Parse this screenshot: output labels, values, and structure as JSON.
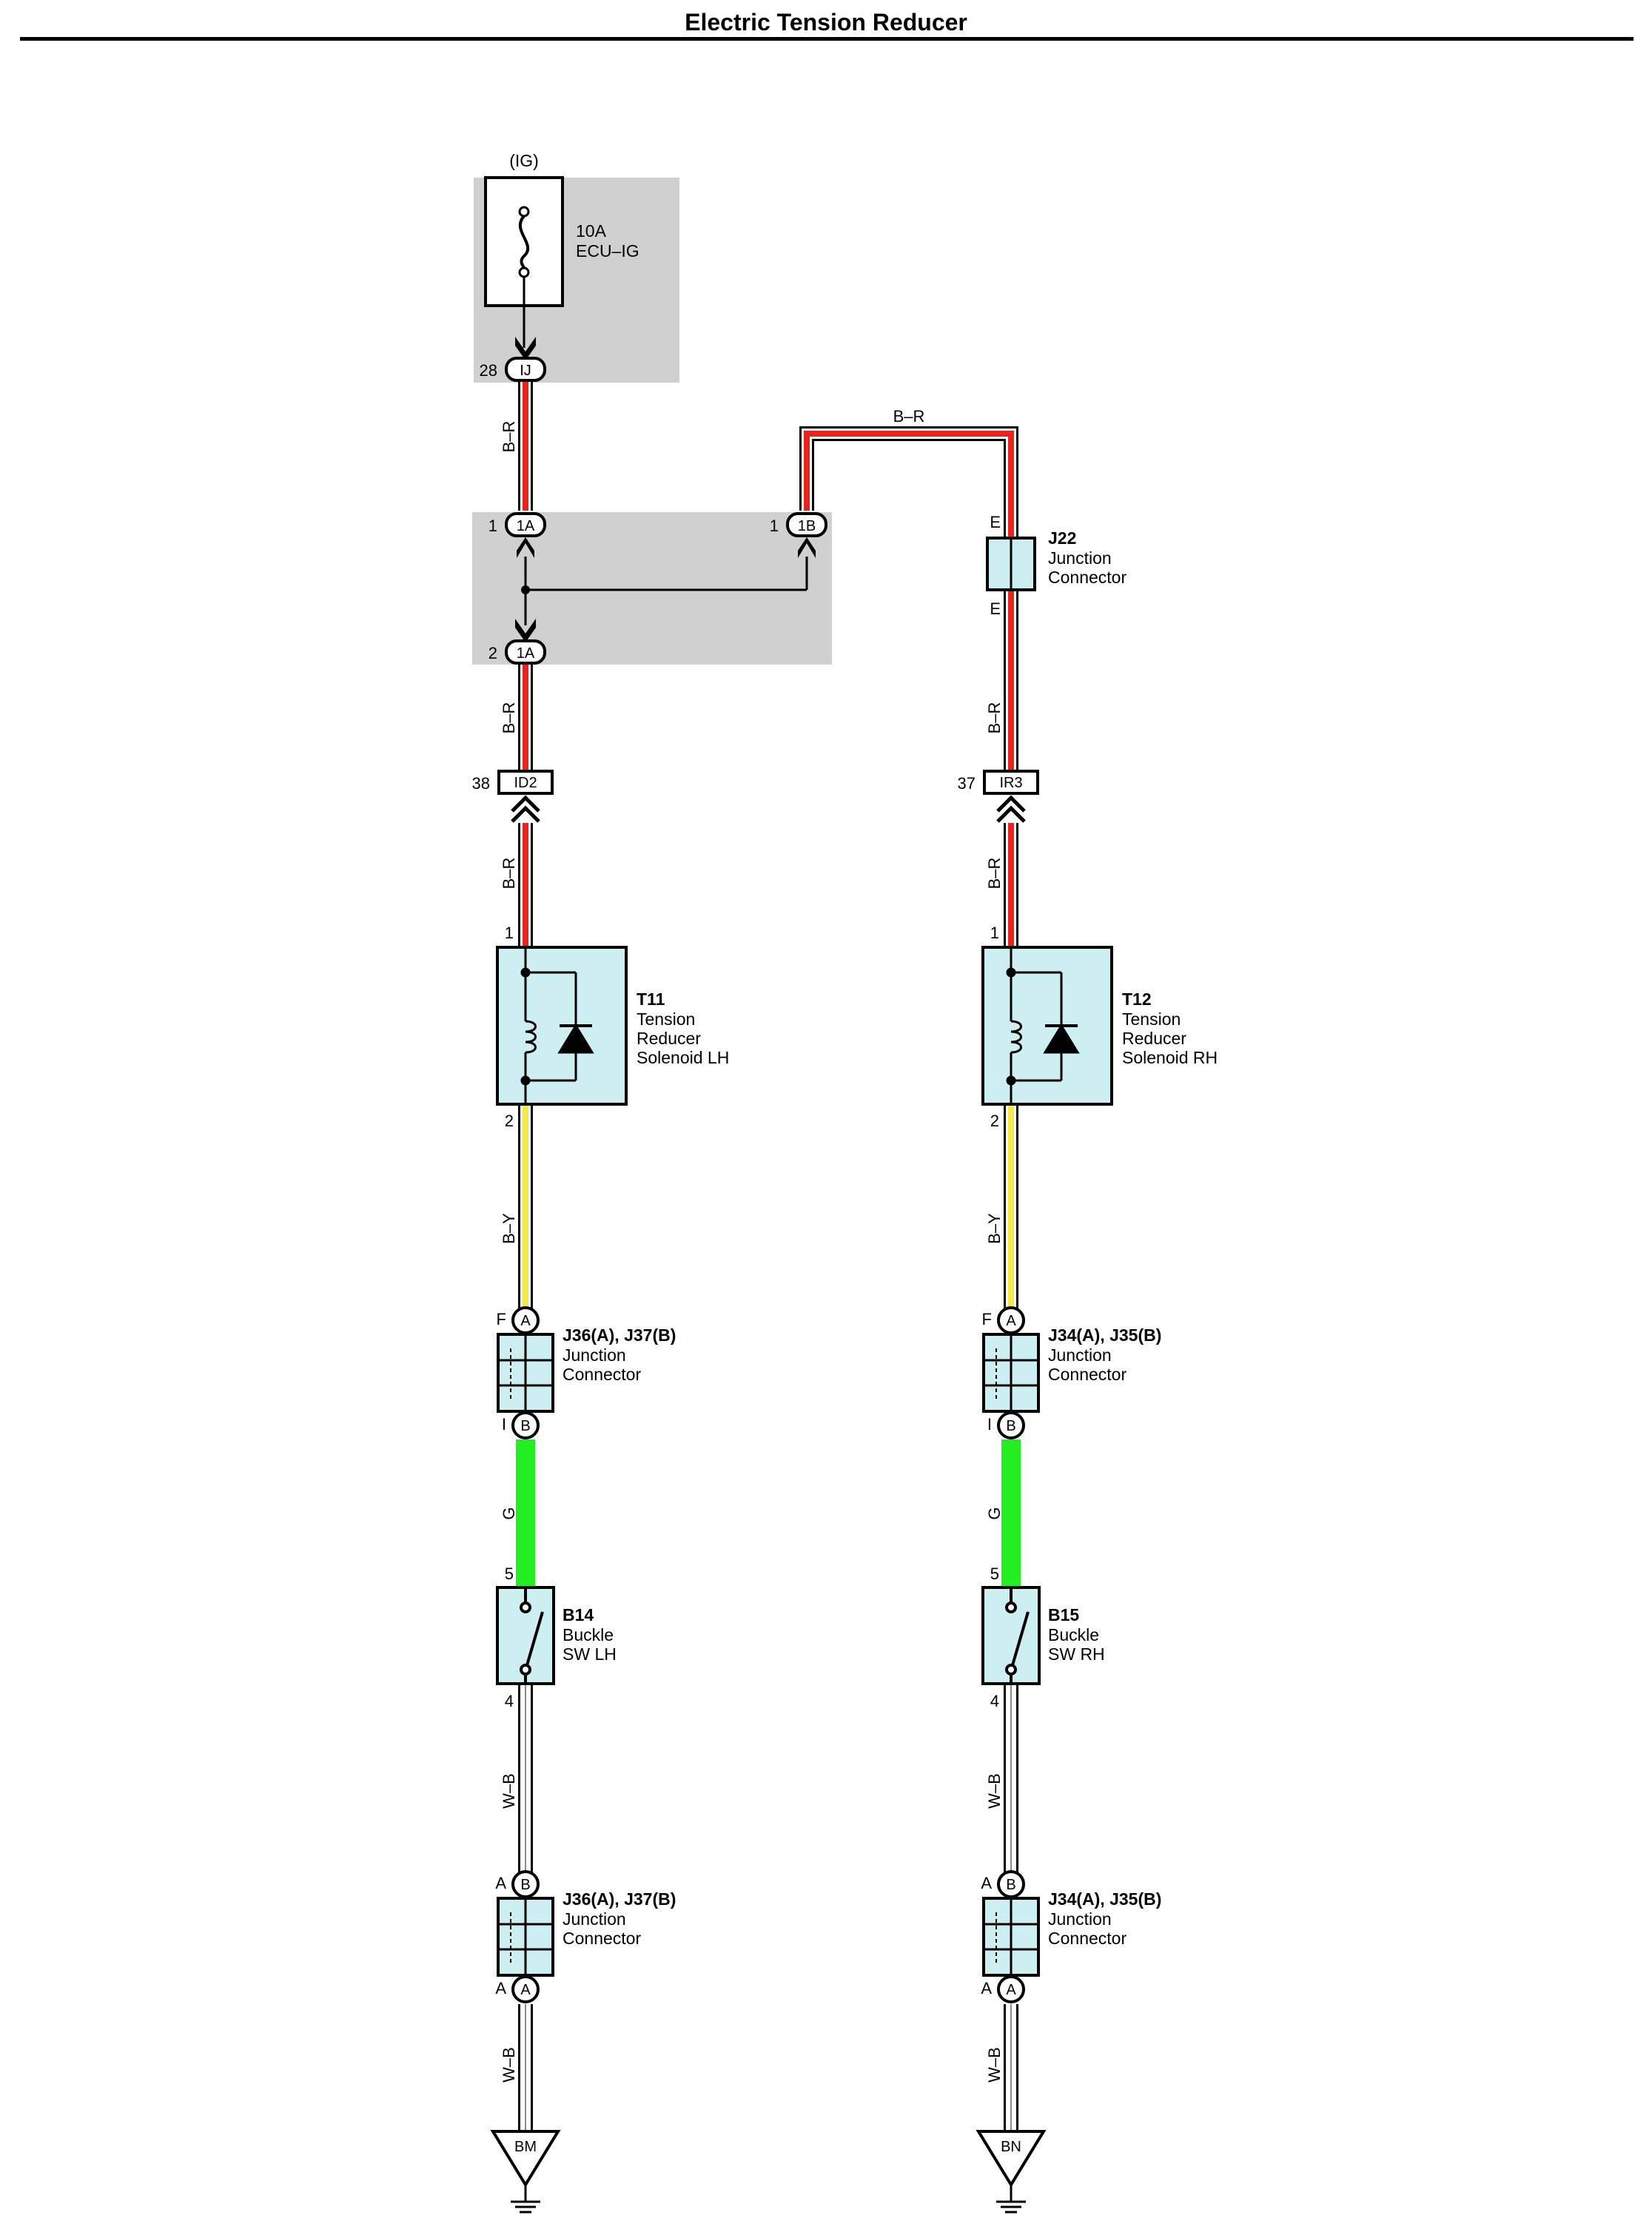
{
  "title": "Electric Tension Reducer",
  "colors": {
    "shade": "#d0d0d0",
    "component_fill": "#cdeff1",
    "wire_red": "#e8251c",
    "wire_yellow": "#f5e84a",
    "wire_green": "#22ee22",
    "wire_white": "#ffffff"
  },
  "fuse": {
    "source": "(IG)",
    "rating": "10A",
    "name": "ECU–IG"
  },
  "connectors": {
    "ij_pin": "28",
    "ij_code": "IJ",
    "a1_pin": "1",
    "a1_code": "1A",
    "b1_pin": "1",
    "b1_code": "1B",
    "a2_pin": "2",
    "a2_code": "1A",
    "id2_pin": "38",
    "id2_code": "ID2",
    "ir3_pin": "37",
    "ir3_code": "IR3"
  },
  "wires": {
    "br": "B–R",
    "by": "B–Y",
    "g": "G",
    "wb": "W–B"
  },
  "j22": {
    "id": "J22",
    "line1": "Junction",
    "line2": "Connector",
    "pin_top": "E",
    "pin_bottom": "E"
  },
  "left": {
    "solenoid": {
      "id": "T11",
      "line1": "Tension",
      "line2": "Reducer",
      "line3": "Solenoid LH",
      "pin_top": "1",
      "pin_bottom": "2"
    },
    "jc_upper": {
      "id": "J36(A), J37(B)",
      "line1": "Junction",
      "line2": "Connector",
      "pin_top": "F",
      "pin_bottom": "I",
      "circle_top": "A",
      "circle_bottom": "B"
    },
    "switch": {
      "id": "B14",
      "line1": "Buckle",
      "line2": "SW LH",
      "pin_top": "5",
      "pin_bottom": "4"
    },
    "jc_lower": {
      "id": "J36(A), J37(B)",
      "line1": "Junction",
      "line2": "Connector",
      "pin_top": "A",
      "pin_bottom": "A",
      "circle_top": "B",
      "circle_bottom": "A"
    },
    "ground": "BM"
  },
  "right": {
    "solenoid": {
      "id": "T12",
      "line1": "Tension",
      "line2": "Reducer",
      "line3": "Solenoid RH",
      "pin_top": "1",
      "pin_bottom": "2"
    },
    "jc_upper": {
      "id": "J34(A), J35(B)",
      "line1": "Junction",
      "line2": "Connector",
      "pin_top": "F",
      "pin_bottom": "I",
      "circle_top": "A",
      "circle_bottom": "B"
    },
    "switch": {
      "id": "B15",
      "line1": "Buckle",
      "line2": "SW RH",
      "pin_top": "5",
      "pin_bottom": "4"
    },
    "jc_lower": {
      "id": "J34(A), J35(B)",
      "line1": "Junction",
      "line2": "Connector",
      "pin_top": "A",
      "pin_bottom": "A",
      "circle_top": "B",
      "circle_bottom": "A"
    },
    "ground": "BN"
  }
}
